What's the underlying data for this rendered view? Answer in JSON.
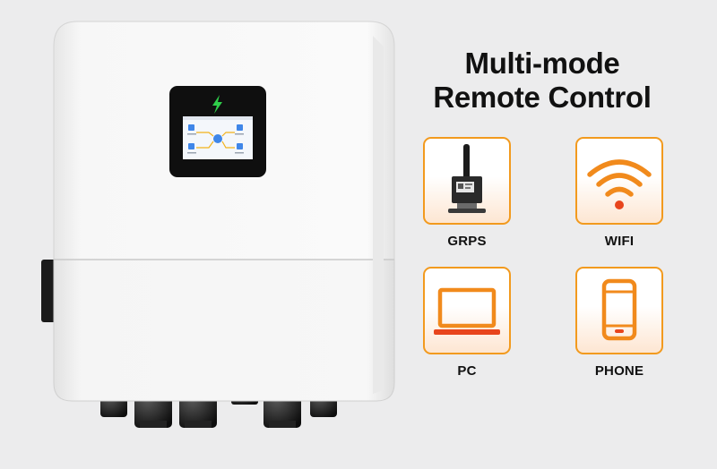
{
  "headline": {
    "line1": "Multi-mode",
    "line2": "Remote Control"
  },
  "features": [
    {
      "label": "GRPS",
      "icon": "gprs-dongle-icon"
    },
    {
      "label": "WIFI",
      "icon": "wifi-icon"
    },
    {
      "label": "PC",
      "icon": "laptop-icon"
    },
    {
      "label": "PHONE",
      "icon": "phone-icon"
    }
  ],
  "colors": {
    "accent_orange": "#f29a1e",
    "accent_red": "#e8451c",
    "tile_glow": "#fde6d2"
  }
}
